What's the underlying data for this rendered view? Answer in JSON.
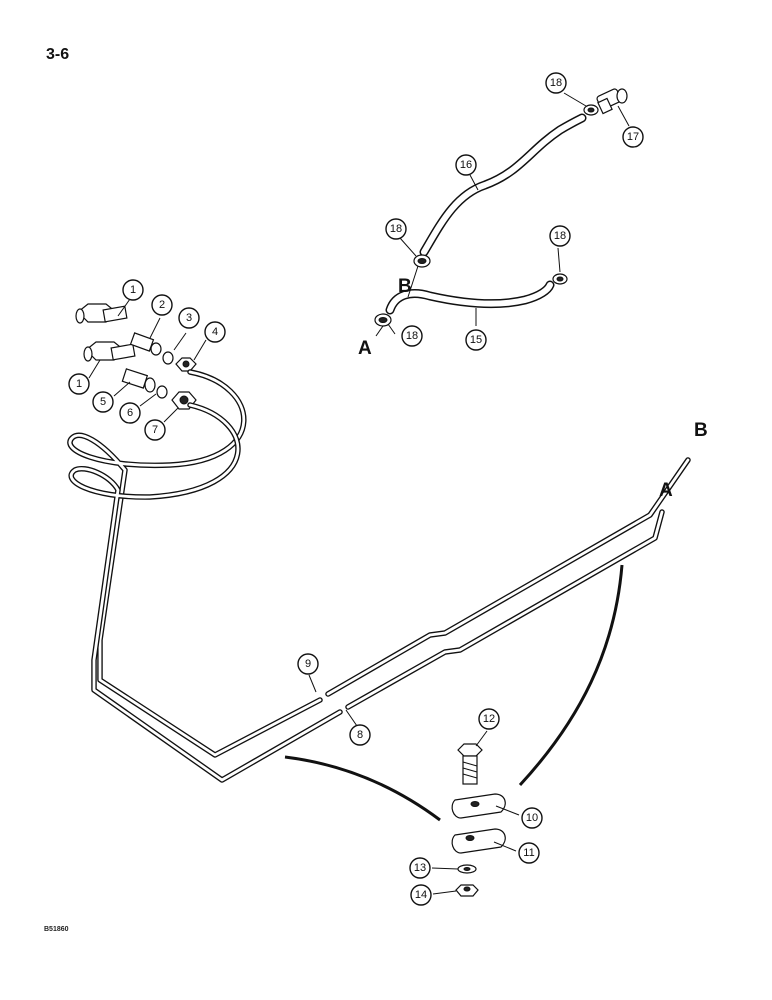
{
  "page": {
    "number": "3-6",
    "figure_code": "B51860"
  },
  "callouts": {
    "c1a": "1",
    "c1b": "1",
    "c2": "2",
    "c3": "3",
    "c4": "4",
    "c5": "5",
    "c6": "6",
    "c7": "7",
    "c8": "8",
    "c9": "9",
    "c10": "10",
    "c11": "11",
    "c12": "12",
    "c13": "13",
    "c14": "14",
    "c15": "15",
    "c16": "16",
    "c17": "17",
    "c18a": "18",
    "c18b": "18",
    "c18c": "18",
    "c18d": "18"
  },
  "letters": {
    "a_hose": "A",
    "b_hose": "B",
    "a_tube": "A",
    "b_tube": "B"
  }
}
